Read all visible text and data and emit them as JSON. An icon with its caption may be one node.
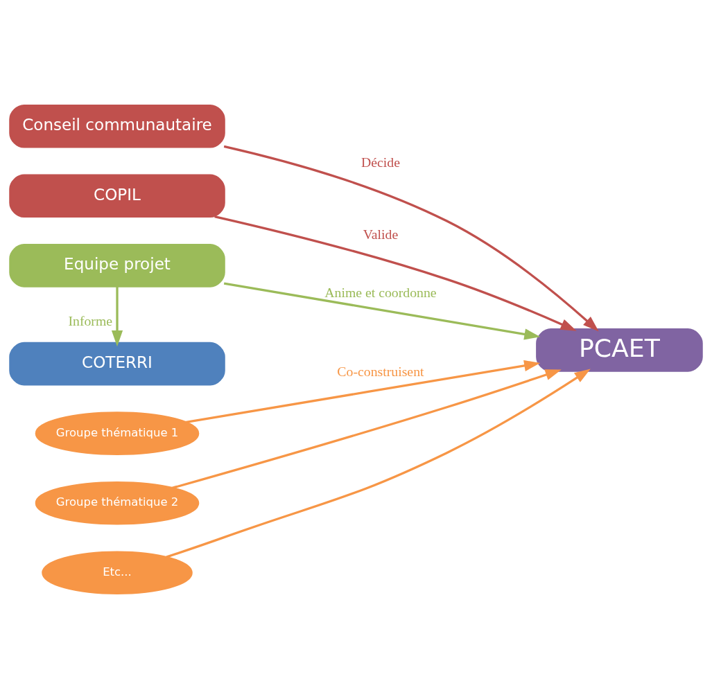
{
  "diagram": {
    "nodes": [
      {
        "text": [
          "Conseil communautaire"
        ]
      },
      {
        "text": [
          "COPIL"
        ]
      },
      {
        "text": [
          "Equipe projet"
        ]
      },
      {
        "text": [
          "PCAET"
        ]
      },
      {
        "text": [
          "Groupe thématique 1"
        ]
      },
      {
        "text": [
          "Groupe thématique 2"
        ]
      },
      {
        "text": [
          "Etc..."
        ]
      },
      {
        "text": [
          "COTERRI"
        ]
      }
    ],
    "edges": [
      {
        "from": 0,
        "to": 3,
        "arrow": "to",
        "label": "Décide",
        "color": "#c0504d"
      },
      {
        "from": 1,
        "to": 3,
        "arrow": "to",
        "label": "Valide",
        "color": "#c0504d"
      },
      {
        "from": 2,
        "to": 3,
        "arrow": "to",
        "label": "Anime et coordonne",
        "color": "#9bbb59"
      },
      {
        "from": 2,
        "to": 7,
        "arrow": "to",
        "label": "Informe",
        "color": "#9bbb59"
      },
      {
        "from": 4,
        "to": 3,
        "arrow": "to",
        "label": "Co-construisent",
        "color": "#f79646"
      },
      {
        "from": 5,
        "to": 3,
        "arrow": "to",
        "color": "#f79646"
      },
      {
        "from": 6,
        "to": 3,
        "arrow": "to",
        "color": "#f79646"
      }
    ]
  }
}
